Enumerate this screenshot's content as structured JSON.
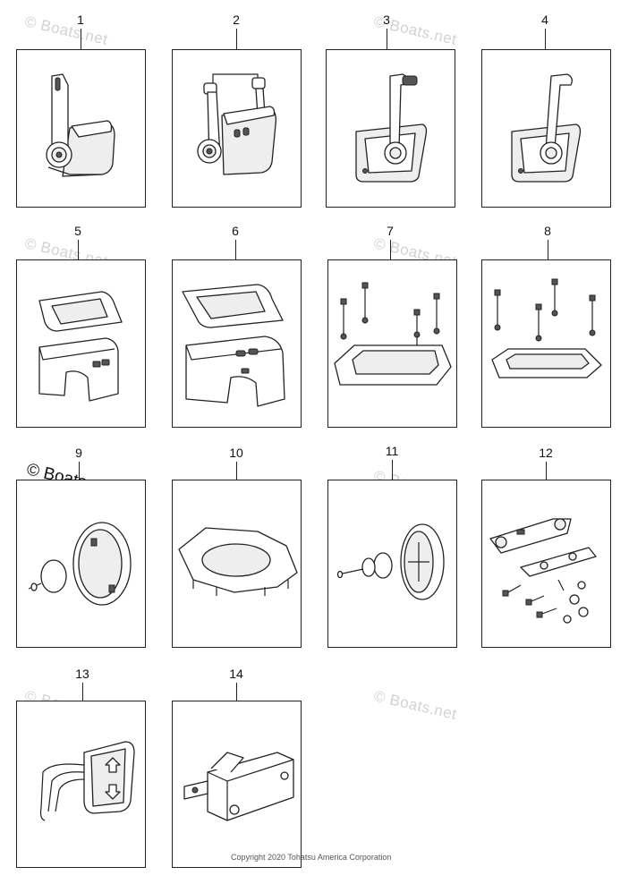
{
  "watermark": "© Boats.net",
  "watermark_prominent": "© Boats.net",
  "copyright": "Copyright 2020 Tohatsu America Corporation",
  "parts": [
    {
      "number": "1",
      "icon": "single-lever-remote-control-icon"
    },
    {
      "number": "2",
      "icon": "dual-lever-remote-control-icon"
    },
    {
      "number": "3",
      "icon": "flush-mount-single-lever-icon"
    },
    {
      "number": "4",
      "icon": "flush-mount-lever-icon"
    },
    {
      "number": "5",
      "icon": "single-control-cover-kit-icon"
    },
    {
      "number": "6",
      "icon": "dual-control-cover-kit-icon"
    },
    {
      "number": "7",
      "icon": "mounting-base-bolt-kit-icon"
    },
    {
      "number": "8",
      "icon": "mounting-frame-bolt-kit-icon"
    },
    {
      "number": "9",
      "icon": "ring-and-knob-icon"
    },
    {
      "number": "10",
      "icon": "gasket-plate-icon"
    },
    {
      "number": "11",
      "icon": "hub-and-shaft-icon"
    },
    {
      "number": "12",
      "icon": "bracket-hardware-kit-icon"
    },
    {
      "number": "13",
      "icon": "trim-switch-icon"
    },
    {
      "number": "14",
      "icon": "micro-switch-icon"
    }
  ]
}
